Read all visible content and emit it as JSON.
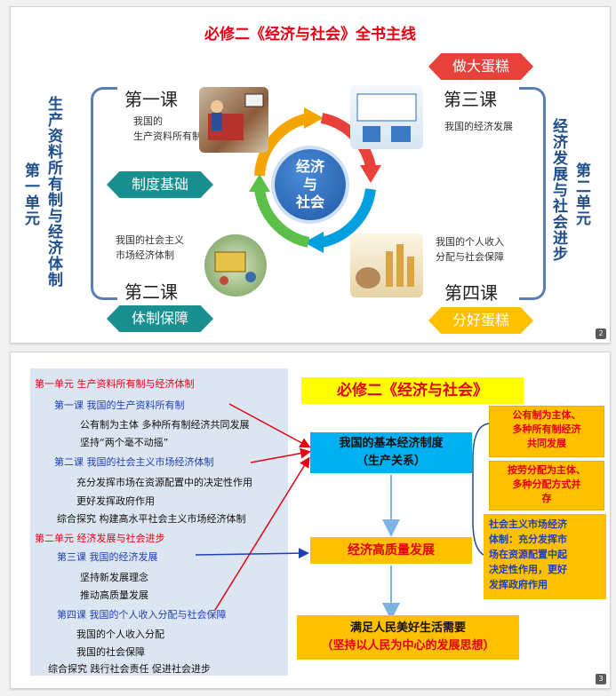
{
  "slide1": {
    "title": "必修二《经济与社会》全书主线",
    "unit1_label": "第一单元",
    "unit1_topic": "生产资料所有制与经济体制",
    "unit2_label": "第二单元",
    "unit2_topic": "经济发展与社会进步",
    "center": [
      "经济",
      "与",
      "社会"
    ],
    "lesson1": {
      "title": "第一课",
      "desc": [
        "我国的",
        "生产资料所有制"
      ]
    },
    "lesson2": {
      "title": "第二课",
      "desc": [
        "我国的社会主义",
        "市场经济体制"
      ]
    },
    "lesson3": {
      "title": "第三课",
      "desc": [
        "我国的经济发展"
      ]
    },
    "lesson4": {
      "title": "第四课",
      "desc": [
        "我国的个人收入",
        "分配与社会保障"
      ]
    },
    "tag_basis": "制度基础",
    "tag_guarantee": "体制保障",
    "tag_cake_big": "做大蛋糕",
    "tag_cake_share": "分好蛋糕",
    "page": "2"
  },
  "slide2": {
    "outline": [
      {
        "text": "第一单元 生产资料所有制与经济体制",
        "color": "red"
      },
      {
        "text": "第一课 我国的生产资料所有制",
        "color": "blue"
      },
      {
        "text": "公有制为主体 多种所有制经济共同发展",
        "color": "black"
      },
      {
        "text": "坚持“两个毫不动摇”",
        "color": "black"
      },
      {
        "text": "第二课 我国的社会主义市场经济体制",
        "color": "blue"
      },
      {
        "text": "充分发挥市场在资源配置中的决定性作用",
        "color": "black"
      },
      {
        "text": "更好发挥政府作用",
        "color": "black"
      },
      {
        "text": "综合探究 构建高水平社会主义市场经济体制",
        "color": "black"
      },
      {
        "text": "第二单元 经济发展与社会进步",
        "color": "red"
      },
      {
        "text": "第三课 我国的经济发展",
        "color": "blue"
      },
      {
        "text": "坚持新发展理念",
        "color": "black"
      },
      {
        "text": "推动高质量发展",
        "color": "black"
      },
      {
        "text": "第四课 我国的个人收入分配与社会保障",
        "color": "blue"
      },
      {
        "text": "我国的个人收入分配",
        "color": "black"
      },
      {
        "text": "我国的社会保障",
        "color": "black"
      },
      {
        "text": "综合探究 践行社会责任 促进社会进步",
        "color": "black"
      }
    ],
    "title": "必修二《经济与社会》",
    "basic_system": [
      "我国的基本经济制度",
      "（生产关系）"
    ],
    "high_quality": "经济高质量发展",
    "goal": [
      "满足人民美好生活需要",
      "（坚持以人民为中心的发展思想）"
    ],
    "right1": [
      "公有制为主体、",
      "多种所有制经济",
      "共同发展"
    ],
    "right2": [
      "按劳分配为主体、",
      "多种分配方式并",
      "存"
    ],
    "right3": [
      "社会主义市场经济",
      "体制：充分发挥市",
      "场在资源配置中起",
      "决定性作用，更好",
      "发挥政府作用"
    ],
    "page": "3"
  },
  "colors": {
    "red": "#e60012",
    "blue": "#1f3fb5",
    "navy": "#1f4e8c",
    "yellow": "#ffff00",
    "orange": "#ffc000",
    "teal": "#1a8f8f",
    "cyan": "#00b0f0"
  }
}
